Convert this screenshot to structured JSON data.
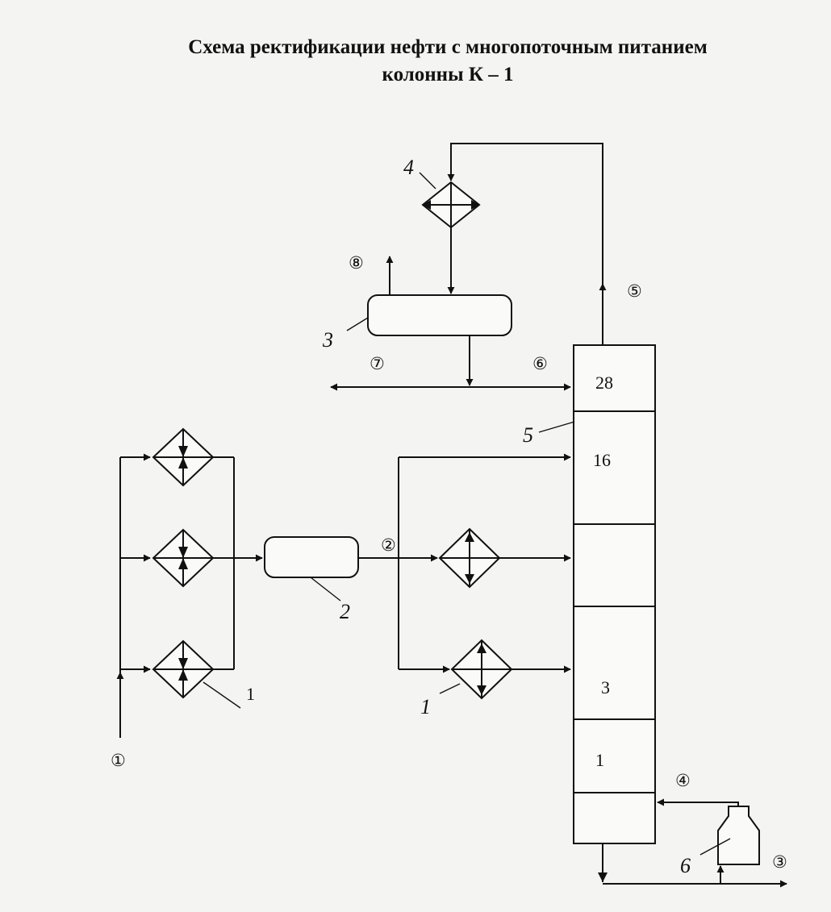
{
  "title": {
    "line1": "Схема ректификации нефти с многопоточным питанием",
    "line2": "колонны К – 1"
  },
  "stream_labels": {
    "s1": "①",
    "s2": "②",
    "s3": "③",
    "s4": "④",
    "s5": "⑤",
    "s6": "⑥",
    "s7": "⑦",
    "s8": "⑧"
  },
  "column_tray_labels": {
    "t28": "28",
    "t16": "16",
    "t3": "3",
    "t1": "1"
  },
  "equipment_labels": {
    "heat_exchanger_left": "1",
    "heat_exchanger_right": "1",
    "desalter": "2",
    "separator": "3",
    "condenser": "4",
    "column_section": "5",
    "furnace": "6"
  }
}
